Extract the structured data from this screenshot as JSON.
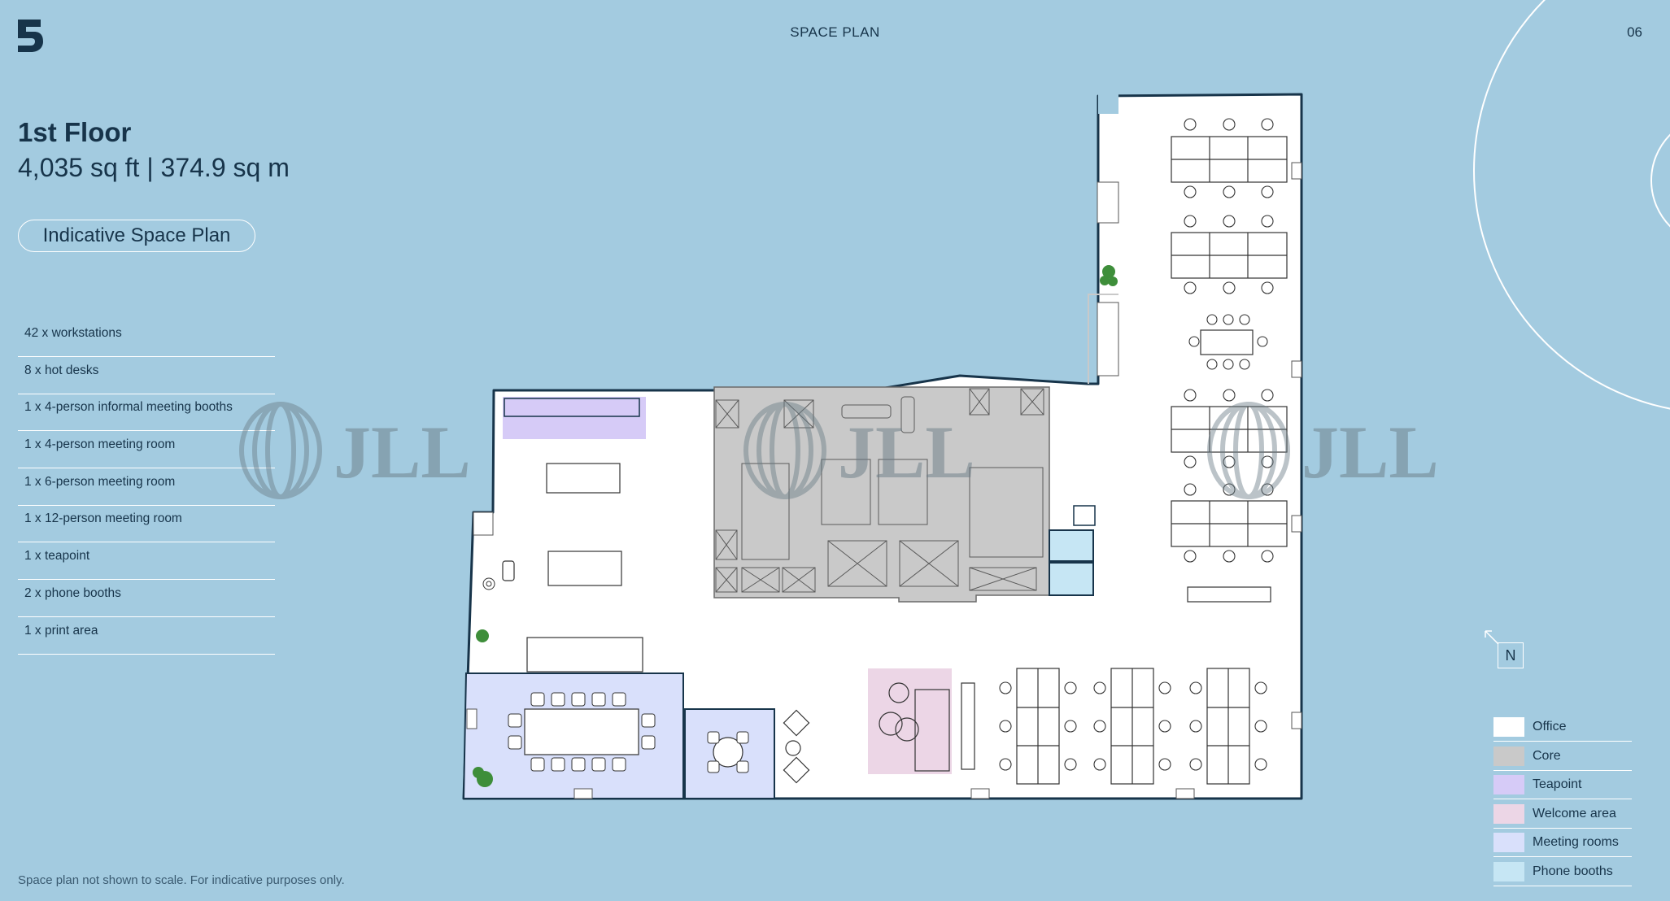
{
  "header": {
    "title": "SPACE PLAN",
    "page_number": "06"
  },
  "floor": {
    "title": "1st Floor",
    "area": "4,035 sq ft | 374.9 sq m"
  },
  "plan_badge": "Indicative Space Plan",
  "specs": [
    "42 x workstations",
    "8 x hot desks",
    "1 x 4-person informal meeting booths",
    "1 x 4-person meeting room",
    "1  x 6-person meeting room",
    "1  x 12-person meeting room",
    "1 x teapoint",
    "2 x phone booths",
    "1 x print area"
  ],
  "watermark": "JLL",
  "north_label": "N",
  "legend": [
    {
      "label": "Office",
      "color": "#ffffff"
    },
    {
      "label": "Core",
      "color": "#c9c9c9"
    },
    {
      "label": "Teapoint",
      "color": "#d6cbf7"
    },
    {
      "label": "Welcome area",
      "color": "#ecd6e6"
    },
    {
      "label": "Meeting rooms",
      "color": "#d9e0fb"
    },
    {
      "label": "Phone booths",
      "color": "#c6e6f4"
    }
  ],
  "footnote": "Space plan not shown to scale. For indicative purposes only."
}
